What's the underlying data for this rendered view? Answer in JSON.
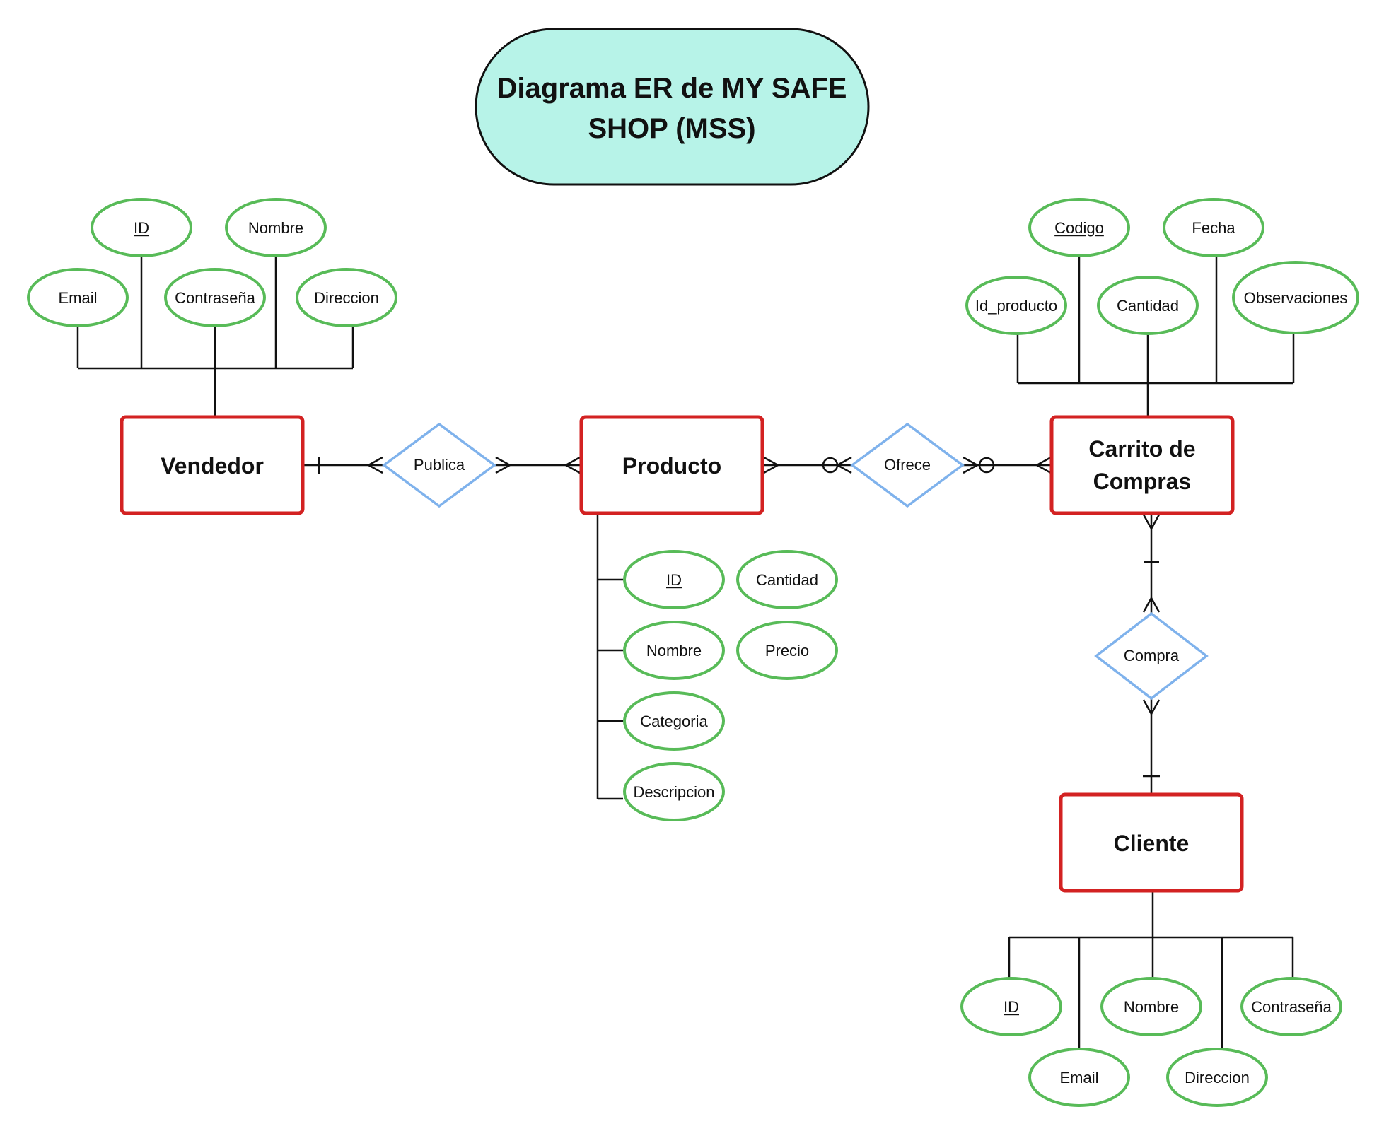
{
  "title": {
    "line1": "Diagrama ER de MY SAFE",
    "line2": "SHOP (MSS)"
  },
  "colors": {
    "title_fill": "#b7f3e8",
    "entity_border": "#d32222",
    "relationship_border": "#7fb2ec",
    "attribute_border": "#58bb58",
    "line": "#111111"
  },
  "entities": {
    "vendedor": "Vendedor",
    "producto": "Producto",
    "carrito_line1": "Carrito de",
    "carrito_line2": "Compras",
    "cliente": "Cliente"
  },
  "relationships": {
    "publica": "Publica",
    "ofrece": "Ofrece",
    "compra": "Compra"
  },
  "attributes": {
    "vendedor": {
      "id": "ID",
      "nombre": "Nombre",
      "email": "Email",
      "contrasena": "Contraseña",
      "direccion": "Direccion"
    },
    "producto": {
      "id": "ID",
      "cantidad": "Cantidad",
      "nombre": "Nombre",
      "precio": "Precio",
      "categoria": "Categoria",
      "descripcion": "Descripcion"
    },
    "carrito": {
      "codigo": "Codigo",
      "fecha": "Fecha",
      "id_producto": "Id_producto",
      "cantidad": "Cantidad",
      "observaciones": "Observaciones"
    },
    "cliente": {
      "id": "ID",
      "nombre": "Nombre",
      "contrasena": "Contraseña",
      "email": "Email",
      "direccion": "Direccion"
    }
  }
}
